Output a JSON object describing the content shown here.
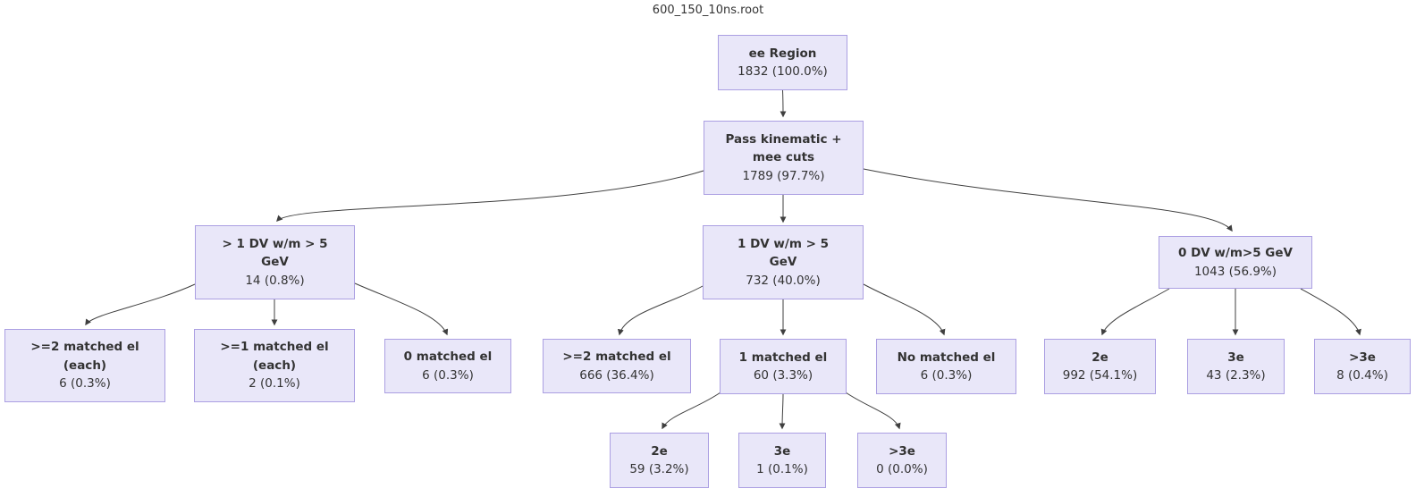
{
  "title": "600_150_10ns.root",
  "colors": {
    "node_fill": "#e9e7f9",
    "node_border": "#ab9fe2",
    "edge": "#3f3f3f",
    "text": "#333333"
  },
  "nodes": [
    {
      "id": "ee_region",
      "label": "ee Region",
      "count": "1832 (100.0%)"
    },
    {
      "id": "pass_kinematic",
      "label": "Pass kinematic +\nmee cuts",
      "count": "1789 (97.7%)"
    },
    {
      "id": "gt1_dv",
      "label": "> 1 DV w/m > 5\nGeV",
      "count": "14 (0.8%)"
    },
    {
      "id": "one_dv",
      "label": "1 DV w/m > 5\nGeV",
      "count": "732 (40.0%)"
    },
    {
      "id": "zero_dv",
      "label": "0 DV w/m>5 GeV",
      "count": "1043 (56.9%)"
    },
    {
      "id": "ge2_matched_each",
      "label": ">=2 matched el\n(each)",
      "count": "6 (0.3%)"
    },
    {
      "id": "ge1_matched_each",
      "label": ">=1 matched el\n(each)",
      "count": "2 (0.1%)"
    },
    {
      "id": "zero_matched",
      "label": "0 matched el",
      "count": "6 (0.3%)"
    },
    {
      "id": "ge2_matched",
      "label": ">=2 matched el",
      "count": "666 (36.4%)"
    },
    {
      "id": "one_matched",
      "label": "1 matched el",
      "count": "60 (3.3%)"
    },
    {
      "id": "no_matched",
      "label": "No matched el",
      "count": "6 (0.3%)"
    },
    {
      "id": "two_e_0dv",
      "label": "2e",
      "count": "992 (54.1%)"
    },
    {
      "id": "three_e_0dv",
      "label": "3e",
      "count": "43 (2.3%)"
    },
    {
      "id": "gt3_e_0dv",
      "label": ">3e",
      "count": "8 (0.4%)"
    },
    {
      "id": "two_e_1m",
      "label": "2e",
      "count": "59 (3.2%)"
    },
    {
      "id": "three_e_1m",
      "label": "3e",
      "count": "1 (0.1%)"
    },
    {
      "id": "gt3_e_1m",
      "label": ">3e",
      "count": "0 (0.0%)"
    }
  ],
  "edges": [
    {
      "from": "ee_region",
      "to": "pass_kinematic"
    },
    {
      "from": "pass_kinematic",
      "to": "gt1_dv"
    },
    {
      "from": "pass_kinematic",
      "to": "one_dv"
    },
    {
      "from": "pass_kinematic",
      "to": "zero_dv"
    },
    {
      "from": "gt1_dv",
      "to": "ge2_matched_each"
    },
    {
      "from": "gt1_dv",
      "to": "ge1_matched_each"
    },
    {
      "from": "gt1_dv",
      "to": "zero_matched"
    },
    {
      "from": "one_dv",
      "to": "ge2_matched"
    },
    {
      "from": "one_dv",
      "to": "one_matched"
    },
    {
      "from": "one_dv",
      "to": "no_matched"
    },
    {
      "from": "zero_dv",
      "to": "two_e_0dv"
    },
    {
      "from": "zero_dv",
      "to": "three_e_0dv"
    },
    {
      "from": "zero_dv",
      "to": "gt3_e_0dv"
    },
    {
      "from": "one_matched",
      "to": "two_e_1m"
    },
    {
      "from": "one_matched",
      "to": "three_e_1m"
    },
    {
      "from": "one_matched",
      "to": "gt3_e_1m"
    }
  ]
}
